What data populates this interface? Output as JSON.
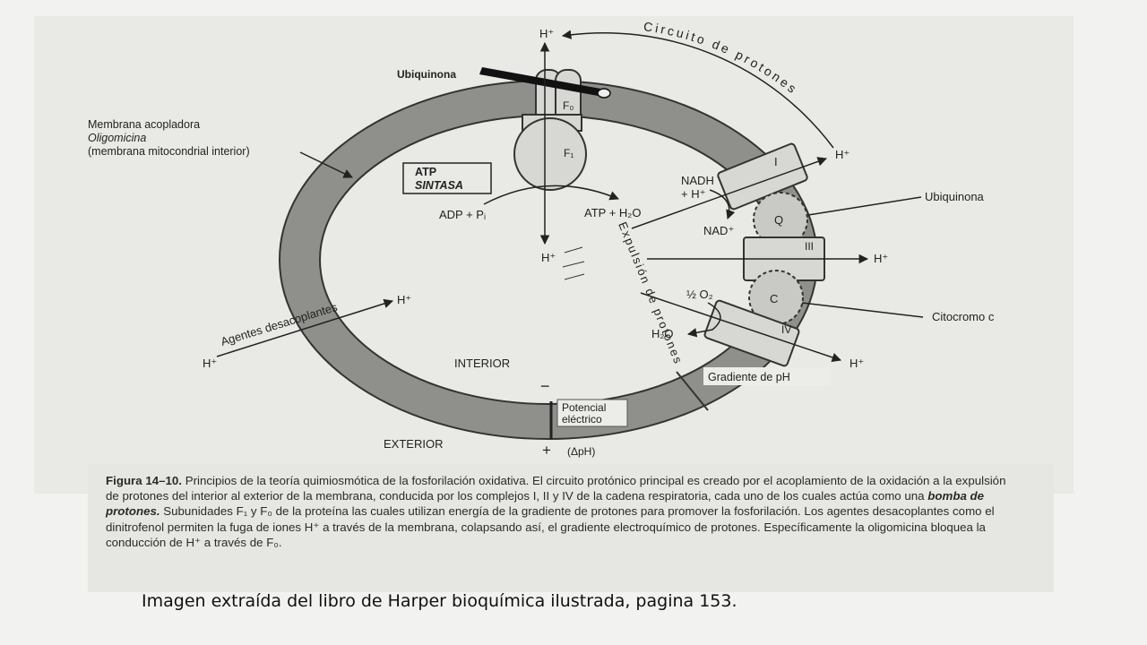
{
  "diagram": {
    "labels": {
      "ubiquinona_top": "Ubiquinona",
      "h_top": "H⁺",
      "circuito": "Circuito de protones",
      "membrana": "Membrana acopladora",
      "oligomicina": "Oligomicina",
      "membrana_mito": "(membrana mitocondrial interior)",
      "fo": "F₀",
      "f1": "F₁",
      "atp_sintasa_1": "ATP",
      "atp_sintasa_2": "SINTASA",
      "adp": "ADP + Pᵢ",
      "atp_h2o": "ATP + H₂O",
      "h_center": "H⁺",
      "expulsion": "Expulsión de protones",
      "nadh": "NADH",
      "nadh_h": "+ H⁺",
      "nad": "NAD⁺",
      "h_complex1": "H⁺",
      "complex_1": "I",
      "complex_q": "Q",
      "complex_3": "III",
      "complex_c": "C",
      "complex_4": "IV",
      "ubiquinona_right": "Ubiquinona",
      "h_complex3": "H⁺",
      "half_o2": "½ O₂",
      "citocromo": "Citocromo c",
      "h2o": "H₂O",
      "h_complex4": "H⁺",
      "agentes": "Agentes desacoplantes",
      "h_agentes_in": "H⁺",
      "h_agentes_out": "H⁺",
      "interior": "INTERIOR",
      "exterior": "EXTERIOR",
      "gradiente": "Gradiente de pH",
      "potencial_1": "Potencial",
      "potencial_2": "eléctrico",
      "minus": "−",
      "plus": "+",
      "delta_ph": "(ΔpH)"
    }
  },
  "caption": {
    "fig_num": "Figura 14–10.",
    "part1": " Principios de la teoría quimiosmótica de la fosforilación oxidativa. El circuito protónico principal es creado por el acoplamiento de la oxidación a la expulsión de protones del interior al exterior de la membrana, conducida por los complejos I, II y IV de la cadena respiratoria, cada uno de los cuales actúa como una ",
    "bold_term": "bomba de protones.",
    "part2": " Subunidades F₁ y F₀ de la proteína las cuales utilizan energía de la gradiente de protones para promover la fosforilación. Los agentes desacoplantes como el dinitrofenol permiten la fuga de iones H⁺ a través de la membrana, colapsando así, el gradiente electroquímico de protones. Específicamente la oligomicina bloquea la conducción de H⁺ a través de F₀."
  },
  "source": "Imagen extraída del libro de Harper bioquímica ilustrada, pagina 153.",
  "colors": {
    "membrane": "#8f8f8c",
    "complex_fill": "#d7d7d3",
    "ink": "#222222"
  }
}
